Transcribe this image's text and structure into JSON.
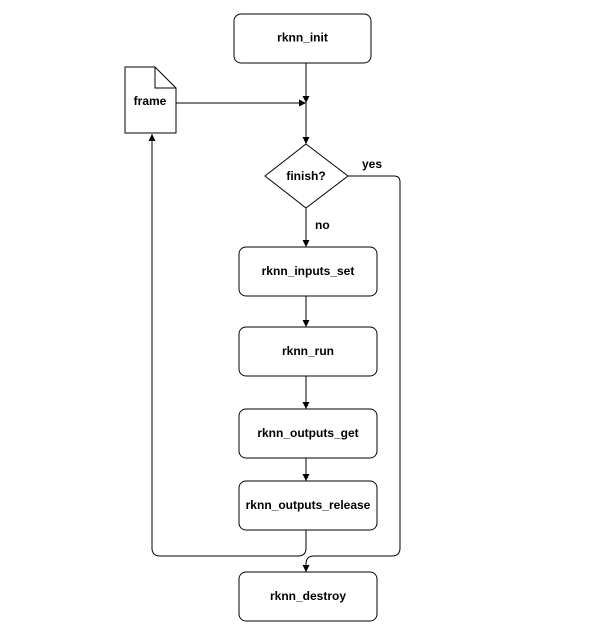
{
  "nodes": {
    "init": "rknn_init",
    "frame": "frame",
    "finish": "finish?",
    "inputs_set": "rknn_inputs_set",
    "run": "rknn_run",
    "outputs_get": "rknn_outputs_get",
    "outputs_release": "rknn_outputs_release",
    "destroy": "rknn_destroy"
  },
  "edges": {
    "yes": "yes",
    "no": "no"
  },
  "colors": {
    "stroke": "#000000",
    "fill": "#ffffff"
  }
}
